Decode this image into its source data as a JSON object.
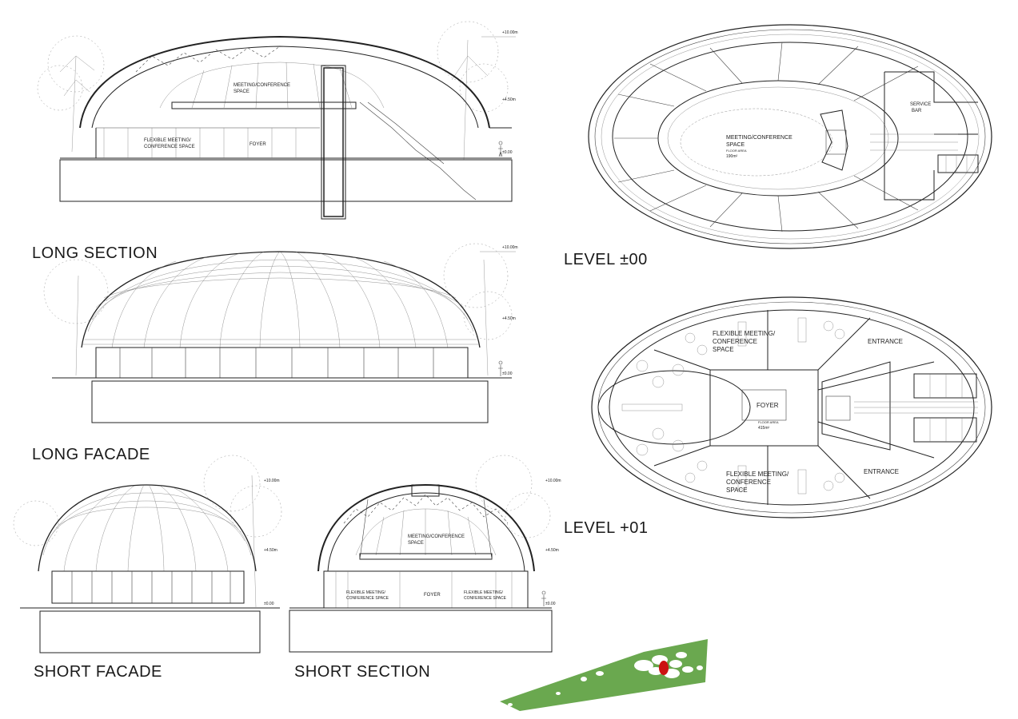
{
  "drawings": {
    "long_section": {
      "title": "LONG SECTION",
      "rooms": [
        "MEETING/CONFERENCE",
        "SPACE",
        "FLEXIBLE MEETING/",
        "CONFERENCE SPACE",
        "FOYER"
      ],
      "levels": [
        "+10.00m",
        "+4.50m",
        "±0.00"
      ]
    },
    "long_facade": {
      "title": "LONG FACADE",
      "levels": [
        "+10.00m",
        "+4.50m",
        "±0.00"
      ]
    },
    "short_facade": {
      "title": "SHORT FACADE",
      "levels": [
        "+10.00m",
        "+4.50m",
        "±0.00"
      ]
    },
    "short_section": {
      "title": "SHORT SECTION",
      "rooms": [
        "MEETING/CONFERENCE",
        "SPACE",
        "FLEXIBLE MEETING/",
        "CONFERENCE SPACE",
        "FOYER"
      ],
      "levels": [
        "+10.00m",
        "+4.50m",
        "±0.00"
      ]
    },
    "level_00": {
      "title": "LEVEL ±00",
      "rooms": [
        "MEETING/CONFERENCE",
        "SPACE",
        "SERVICE",
        "BAR"
      ],
      "area_label": "FLOOR AREA",
      "area_value": "190m²"
    },
    "level_01": {
      "title": "LEVEL +01",
      "rooms": [
        "FLEXIBLE MEETING/",
        "CONFERENCE",
        "SPACE",
        "ENTRANCE",
        "FOYER"
      ],
      "area_label": "FLOOR AREA",
      "area_value": "415m²"
    }
  },
  "colors": {
    "site_green": "#6aa84f",
    "site_marker": "#cc1111",
    "ink": "#222222"
  }
}
